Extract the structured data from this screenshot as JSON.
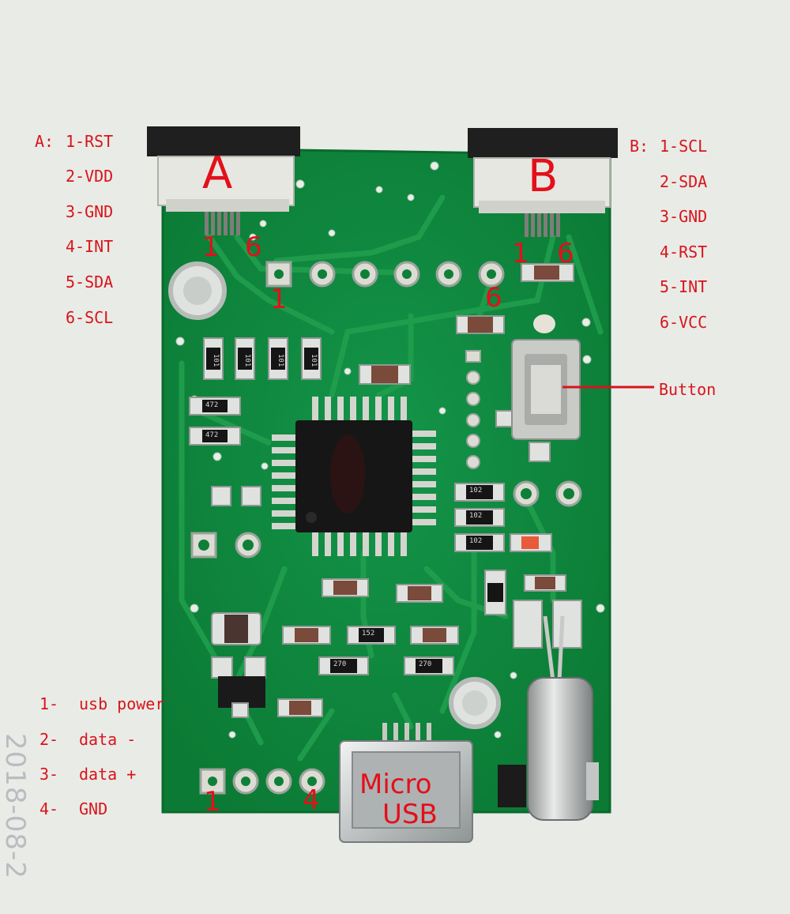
{
  "connector_a": {
    "letter": "A",
    "heading": "A:",
    "pins": [
      "1-RST",
      "2-VDD",
      "3-GND",
      "4-INT",
      "5-SDA",
      "6-SCL"
    ],
    "pin_first": "1",
    "pin_last": "6"
  },
  "connector_b": {
    "letter": "B",
    "heading": "B:",
    "pins": [
      "1-SCL",
      "2-SDA",
      "3-GND",
      "4-RST",
      "5-INT",
      "6-VCC"
    ],
    "pin_first": "1",
    "pin_last": "6"
  },
  "header_row": {
    "pin_first": "1",
    "pin_last": "6"
  },
  "button_label": "Button",
  "usb_pins": [
    {
      "num": "1-",
      "name": "usb power"
    },
    {
      "num": "2-",
      "name": "data -"
    },
    {
      "num": "3-",
      "name": "data +"
    },
    {
      "num": "4-",
      "name": "GND"
    }
  ],
  "usb_header": {
    "pin_first": "1",
    "pin_last": "4"
  },
  "usb_label": {
    "line1": "Micro",
    "line2": "USB"
  },
  "resistor_markings": [
    "101",
    "101",
    "101",
    "101",
    "472",
    "472",
    "102",
    "102",
    "102",
    "152",
    "270",
    "270"
  ],
  "watermark": "2018-08-2",
  "colors": {
    "background": "#e9ebe6",
    "pcb": "#0f8a3c",
    "trace": "#1e9a48",
    "label_red": "#d8141c"
  }
}
